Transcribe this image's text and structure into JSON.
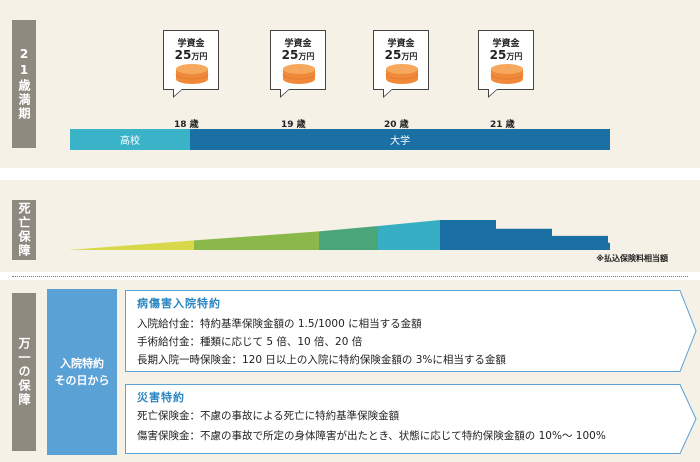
{
  "sections": {
    "maturity": "21歳満期",
    "death": "死亡保障",
    "emergency": "万一の保障"
  },
  "payout": {
    "label": "学資金",
    "amount": "25",
    "unit": "万円",
    "count_ages": [
      "18",
      "19",
      "20",
      "21"
    ],
    "age_suffix": "歳"
  },
  "timeline": {
    "high_school": "高校",
    "university": "大学"
  },
  "death_note": "※払込保険料相当額",
  "death_benefit_steps": [
    {
      "level": 0.0,
      "color": "#d7d94a",
      "kind": "ramp-start"
    },
    {
      "level": 0.32,
      "color": "#8ab84b",
      "kind": "ramp"
    },
    {
      "level": 0.62,
      "color": "#4aa67a",
      "kind": "ramp"
    },
    {
      "level": 0.8,
      "color": "#37aec4",
      "kind": "ramp"
    },
    {
      "level": 1.0,
      "color": "#1a6fa3",
      "kind": "step"
    },
    {
      "level": 0.71,
      "color": "#1a6fa3",
      "kind": "step"
    },
    {
      "level": 0.47,
      "color": "#1a6fa3",
      "kind": "step"
    },
    {
      "level": 0.24,
      "color": "#1a6fa3",
      "kind": "step"
    }
  ],
  "emergency_box": {
    "line1": "入院特約",
    "line2": "その日から"
  },
  "riders": [
    {
      "title": "病傷害入院特約",
      "lines": [
        "入院給付金：特約基準保険金額の 1.5/1000 に相当する金額",
        "手術給付金：種類に応じて 5 倍、10 倍、20 倍",
        "長期入院一時保険金：120 日以上の入院に特約保険金額の 3%に相当する金額"
      ]
    },
    {
      "title": "災害特約",
      "lines": [
        "死亡保険金：不慮の事故による死亡に特約基準保険金額",
        "傷害保険金：不慮の事故で所定の身体障害が出たとき、状態に応じて特約保険金額の 10%～ 100%"
      ]
    }
  ]
}
